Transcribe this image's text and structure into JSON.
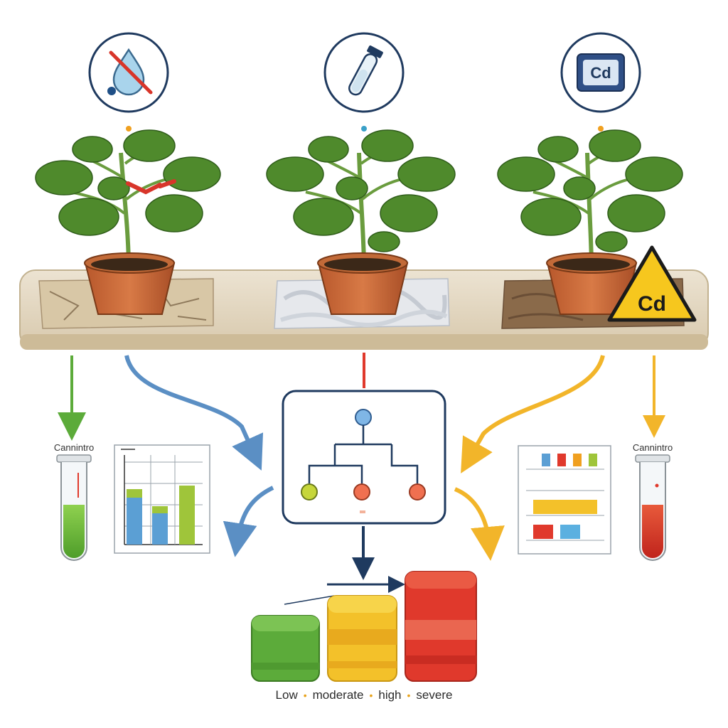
{
  "stress_icons": [
    {
      "name": "drought-stress-icon",
      "description": "water drop crossed out"
    },
    {
      "name": "salinity-stress-icon",
      "description": "test tube"
    },
    {
      "name": "cadmium-stress-icon",
      "text": "Cd"
    }
  ],
  "warning_sign_text": "Cd",
  "tube_labels": {
    "left": "Cannintro",
    "right": "Cannintro"
  },
  "severity_scale": {
    "levels": [
      "Low",
      "moderate",
      "high",
      "severe"
    ]
  },
  "colors": {
    "green": "#5cab3a",
    "yellow": "#f3c12a",
    "red": "#e0392c",
    "blue": "#5b8fc4",
    "navy": "#1f3a5f",
    "orange": "#f0a020"
  }
}
